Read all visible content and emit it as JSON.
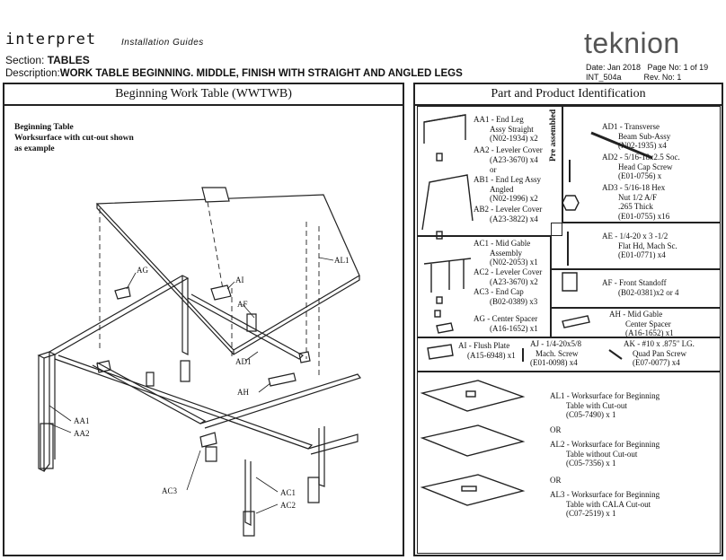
{
  "header": {
    "brand": "interpret",
    "guide": "Installation Guides",
    "section_label": "Section:",
    "section_value": "TABLES",
    "description_label": "Description:",
    "description_value": "WORK TABLE BEGINNING. MIDDLE, FINISH WITH STRAIGHT AND ANGLED LEGS",
    "logo": "teknion",
    "date_line": "Date: Jan 2018   Page No: 1 of 19",
    "doc_line": "INT_504a          Rev. No: 1"
  },
  "left_panel": {
    "title": "Beginning Work Table (WWTWB)",
    "note_title": "Beginning Table",
    "note_line1": "Worksurface with cut-out shown",
    "note_line2": "as example",
    "callouts": {
      "al1": "AL1",
      "ag": "AG",
      "ai": "AI",
      "af": "AF",
      "ad1": "AD1",
      "ah": "AH",
      "aa1": "AA1",
      "aa2": "AA2",
      "ac3": "AC3",
      "ac1": "AC1",
      "ac2": "AC2"
    }
  },
  "right_panel": {
    "title": "Part and Product Identification",
    "preassembled": "Pre assembled",
    "aa1": [
      "AA1 - End Leg",
      "Assy Straight",
      "(N02-1934) x2"
    ],
    "aa2": [
      "AA2 - Leveler Cover",
      "(A23-3670) x4"
    ],
    "or1": "or",
    "ab1": [
      "AB1 - End Leg Assy",
      "Angled",
      "(N02-1996) x2"
    ],
    "ab2": [
      "AB2 - Leveler Cover",
      "(A23-3822) x4"
    ],
    "ad1": [
      "AD1 - Transverse",
      "Beam Sub-Assy",
      "(N02-1935) x4"
    ],
    "ad2": [
      "AD2 - 5/16-18x2.5 Soc.",
      "Head Cap Screw",
      "(E01-0756) x"
    ],
    "ad3": [
      "AD3 - 5/16-18 Hex",
      "Nut 1/2 A/F",
      ".265 Thick",
      "(E01-0755) x16"
    ],
    "ac1": [
      "AC1 - Mid Gable",
      "Assembly",
      "(N02-2053) x1"
    ],
    "ac2": [
      "AC2 - Leveler Cover",
      "(A23-3670) x2"
    ],
    "ac3": [
      "AC3 - End Cap",
      "(B02-0389) x3"
    ],
    "ag": [
      "AG - Center Spacer",
      "(A16-1652) x1"
    ],
    "ae": [
      "AE - 1/4-20 x 3 -1/2",
      "Flat Hd, Mach Sc.",
      "(E01-0771) x4"
    ],
    "af": [
      "AF - Front Standoff",
      "(B02-0381)x2 or 4"
    ],
    "ah": [
      "AH - Mid Gable",
      "Center Spacer",
      "(A16-1652) x1"
    ],
    "ai": [
      "AI - Flush Plate",
      "(A15-6948) x1"
    ],
    "aj": [
      "AJ - 1/4-20x5/8",
      "Mach. Screw",
      "(E01-0098) x4"
    ],
    "ak": [
      "AK - #10 x .875\" LG.",
      "Quad Pan Screw",
      "(E07-0077) x4"
    ],
    "al1": [
      "AL1 - Worksurface for Beginning",
      "Table with Cut-out",
      "(C05-7490) x 1"
    ],
    "or2": "OR",
    "al2": [
      "AL2 - Worksurface for Beginning",
      "Table without Cut-out",
      "(C05-7356) x 1"
    ],
    "or3": "OR",
    "al3": [
      "AL3 - Worksurface for Beginning",
      "Table with CALA Cut-out",
      "(C07-2519) x 1"
    ]
  }
}
